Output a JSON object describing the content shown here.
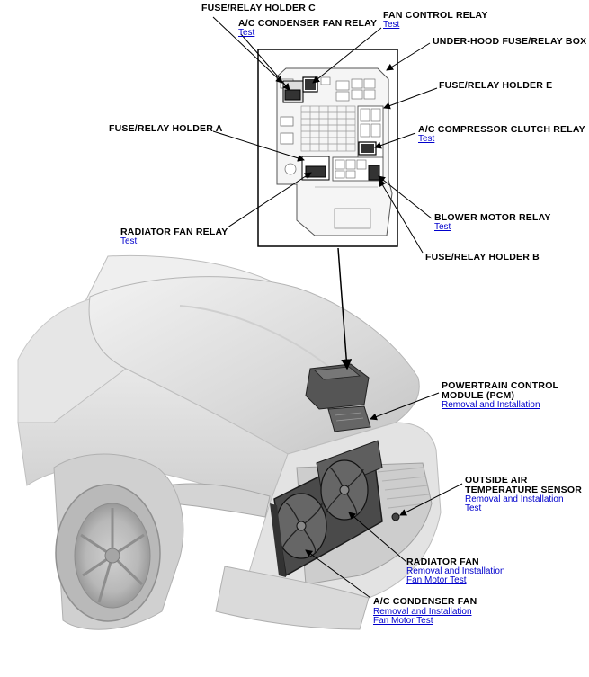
{
  "labels": {
    "fuse_relay_holder_c": "FUSE/RELAY HOLDER C",
    "ac_condenser_fan_relay": "A/C CONDENSER FAN RELAY",
    "fan_control_relay": "FAN CONTROL RELAY",
    "under_hood_box": "UNDER-HOOD FUSE/RELAY BOX",
    "fuse_relay_holder_e": "FUSE/RELAY HOLDER E",
    "fuse_relay_holder_a": "FUSE/RELAY HOLDER A",
    "ac_compressor_clutch_relay": "A/C COMPRESSOR CLUTCH RELAY",
    "radiator_fan_relay": "RADIATOR FAN RELAY",
    "blower_motor_relay": "BLOWER MOTOR RELAY",
    "fuse_relay_holder_b": "FUSE/RELAY HOLDER B",
    "pcm_line1": "POWERTRAIN CONTROL",
    "pcm_line2": "MODULE (PCM)",
    "oat_line1": "OUTSIDE AIR",
    "oat_line2": "TEMPERATURE SENSOR",
    "radiator_fan": "RADIATOR FAN",
    "ac_condenser_fan": "A/C CONDENSER FAN"
  },
  "links": {
    "test": "Test",
    "removal_installation": "Removal and Installation",
    "fan_motor_test": "Fan Motor Test"
  }
}
